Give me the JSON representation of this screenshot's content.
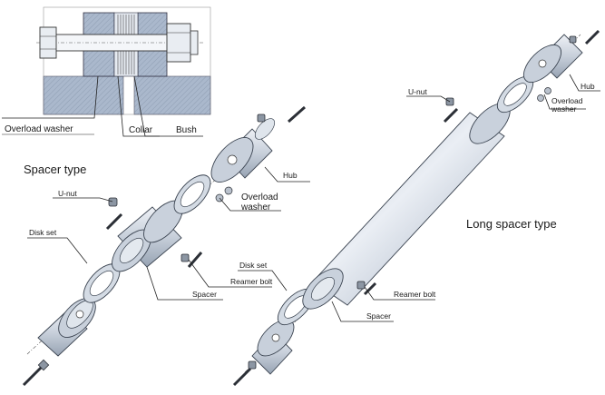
{
  "detail": {
    "overload_washer": "Overload washer",
    "collar": "Collar",
    "bush": "Bush"
  },
  "spacer_type": {
    "title": "Spacer type",
    "hub": "Hub",
    "overload_washer_line1": "Overload",
    "overload_washer_line2": "washer",
    "u_nut": "U-nut",
    "disk_set": "Disk set",
    "reamer_bolt": "Reamer bolt",
    "spacer": "Spacer"
  },
  "long_spacer_type": {
    "title": "Long spacer type",
    "u_nut": "U-nut",
    "hub": "Hub",
    "overload_washer_line1": "Overload",
    "overload_washer_line2": "washer",
    "disk_set": "Disk set",
    "reamer_bolt": "Reamer bolt",
    "spacer": "Spacer"
  },
  "colors": {
    "metal": "#c4ccd8",
    "metal_light": "#dde3ec",
    "metal_dark": "#aeb8c6",
    "hatch_fill": "#aab8cc",
    "line": "#222222"
  }
}
